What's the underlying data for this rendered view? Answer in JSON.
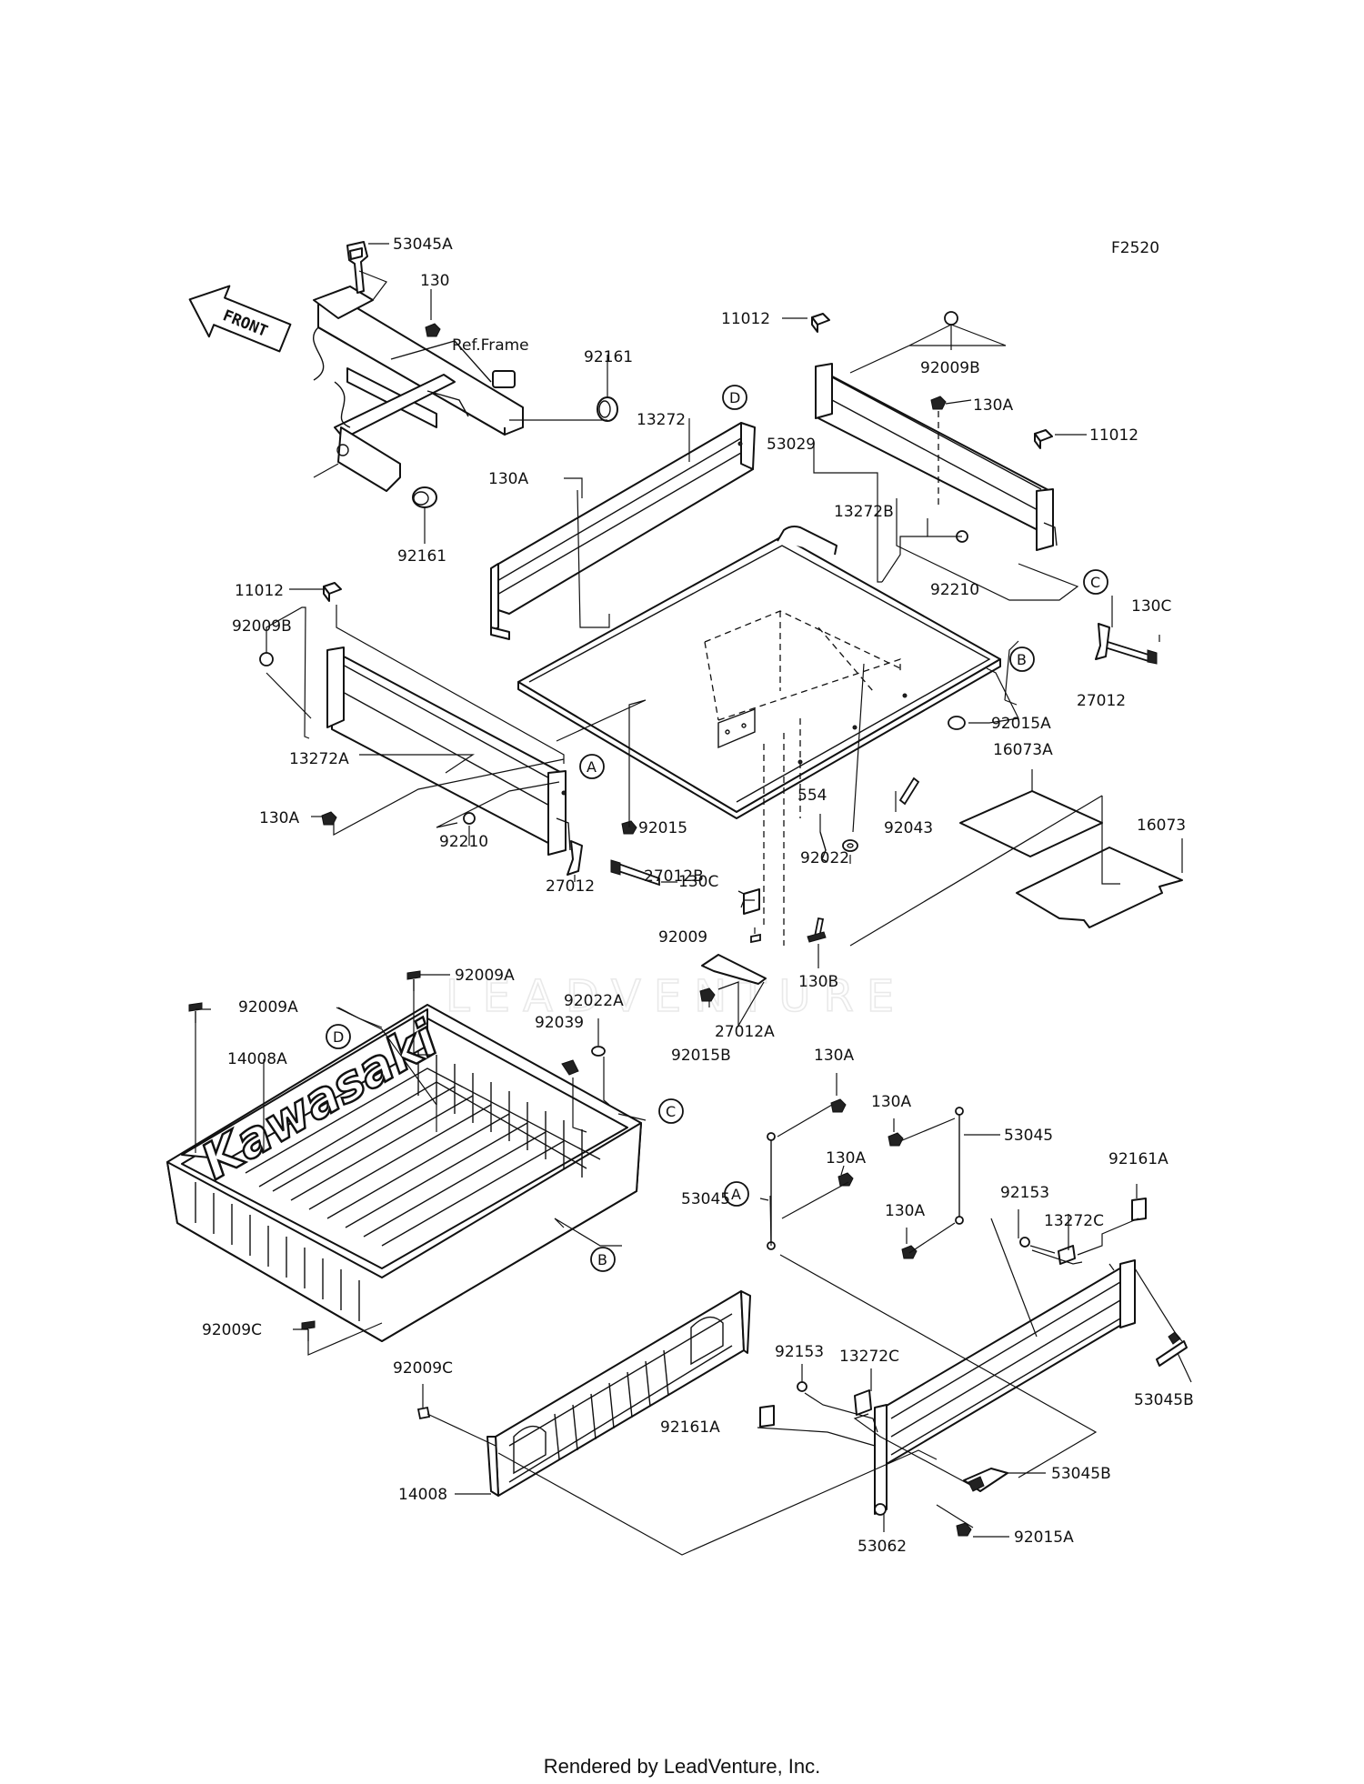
{
  "figure_code": "F2520",
  "front_label": "FRONT",
  "logo_text": "Kawasaki",
  "watermark": "LEADVENTURE",
  "footer": "Rendered by LeadVenture, Inc.",
  "callouts": [
    "A",
    "B",
    "C",
    "D"
  ],
  "ref_frame_label": "Ref.Frame",
  "part_labels": [
    "53045A",
    "130",
    "92161",
    "92161",
    "11012",
    "92009B",
    "130A",
    "11012",
    "13272",
    "130A",
    "53029",
    "13272B",
    "92210",
    "130C",
    "27012",
    "11012",
    "92009B",
    "13272A",
    "130A",
    "92210",
    "27012",
    "130C",
    "92015",
    "554",
    "92043",
    "92015A",
    "16073A",
    "16073",
    "92022",
    "27012B",
    "92009",
    "130B",
    "27012A",
    "92015B",
    "92009A",
    "92009A",
    "92022A",
    "92039",
    "14008A",
    "130A",
    "130A",
    "53045",
    "130A",
    "53045",
    "130A",
    "92161A",
    "92153",
    "13272C",
    "92009C",
    "92009C",
    "92153",
    "13272C",
    "92161A",
    "53045B",
    "53045B",
    "14008",
    "53062",
    "92015A"
  ]
}
